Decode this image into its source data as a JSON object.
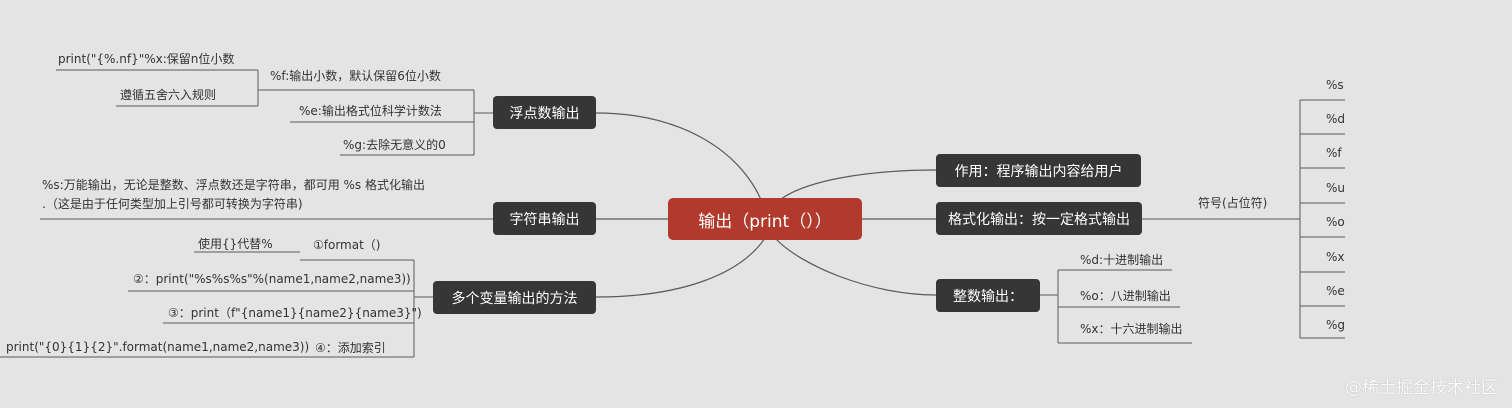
{
  "center": {
    "label": "输出（print（））"
  },
  "branches": {
    "float_output": {
      "label": "浮点数输出",
      "children": {
        "f": "%f:输出小数，默认保留6位小数",
        "f_format": "print(\"{%.nf}\"%x:保留n位小数",
        "f_rounding": "遵循五舍六入规则",
        "e": "%e:输出格式位科学计数法",
        "g": "%g:去除无意义的0"
      }
    },
    "string_output": {
      "label": "字符串输出",
      "children": {
        "s_line1": "%s:万能输出，无论是整数、浮点数还是字符串，都可用 %s 格式化输出",
        "s_line2": ".（这是由于任何类型加上引号都可转换为字符串)"
      }
    },
    "multi_var": {
      "label": "多个变量输出的方法",
      "children": {
        "m1": "①format（)",
        "m1_sub": "使用{}代替%",
        "m2": "②：print(\"%s%s%s\"%(name1,name2,name3))",
        "m3": "③：print（f\"{name1}{name2}{name3}\")",
        "m4": "④：添加索引",
        "m4_sub": "print(\"{0}{1}{2}\".format(name1,name2,name3))"
      }
    },
    "purpose": {
      "label": "作用：程序输出内容给用户"
    },
    "format_output": {
      "label": "格式化输出：按一定格式输出",
      "symbol_label": "符号(占位符)",
      "symbols": [
        "%s",
        "%d",
        "%f",
        "%u",
        "%o",
        "%x",
        "%e",
        "%g"
      ]
    },
    "int_output": {
      "label": "整数输出：",
      "children": [
        "%d:十进制输出",
        "%o：八进制输出",
        "%x：十六进制输出"
      ]
    }
  },
  "watermark": "@稀土掘金技术社区",
  "colors": {
    "background": "#e4e4e4",
    "center": "#b13a2c",
    "node": "#363636",
    "line": "#555555"
  }
}
